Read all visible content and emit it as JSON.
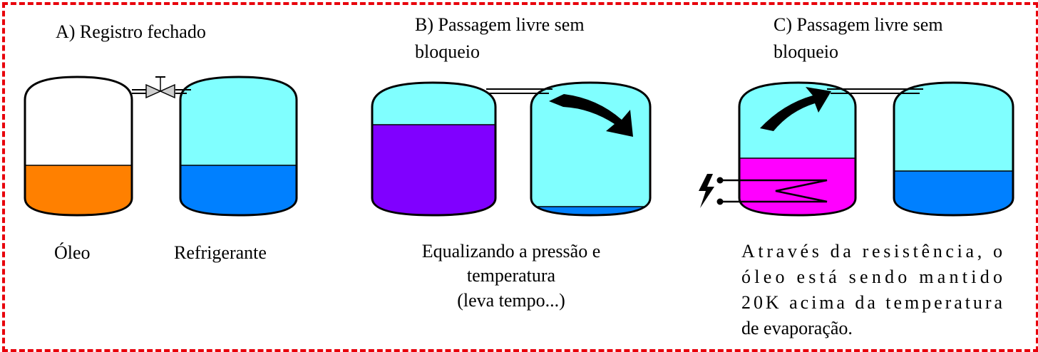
{
  "panels": {
    "a": {
      "title": "A) Registro fechado",
      "label_left": "Óleo",
      "label_right": "Refrigerante"
    },
    "b": {
      "title_line1": "B) Passagem livre sem",
      "title_line2": "bloqueio",
      "caption_line1": "Equalizando a pressão e",
      "caption_line2": "temperatura",
      "caption_line3": "(leva tempo...)"
    },
    "c": {
      "title_line1": "C) Passagem livre sem",
      "title_line2": "bloqueio",
      "caption_line1": "Através da resistência, o",
      "caption_line2": "óleo está sendo mantido",
      "caption_line3": "20K acima da temperatura",
      "caption_line4": "de evaporação."
    }
  },
  "colors": {
    "border": "#e8000b",
    "oil": "#ff8000",
    "refrigerant": "#0080ff",
    "vapor": "#80ffff",
    "oil_refrigerant_mix": "#8000ff",
    "heated_oil": "#ff00ff"
  },
  "icons": [
    "valve-icon",
    "curved-arrow-icon",
    "heater-coil-icon",
    "lightning-icon"
  ]
}
